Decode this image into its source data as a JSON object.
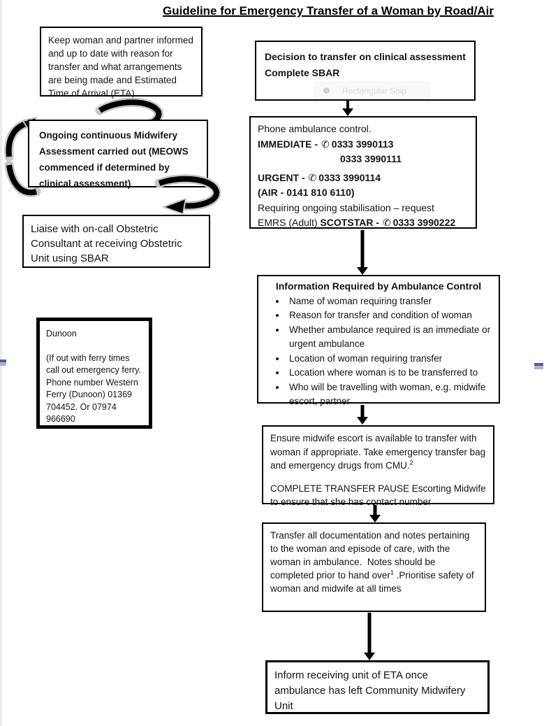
{
  "title": "Guideline for Emergency Transfer of a Woman by Road/Air",
  "left_column": {
    "keep_informed": "Keep woman and partner informed and up to date with reason for transfer and what arrangements are being made and Estimated Time of Arrival (ETA)",
    "ongoing_assessment": "Ongoing continuous Midwifery Assessment carried out (MEOWS commenced if determined by clinical assessment)",
    "liaise": "Liaise with on-call Obstetric Consultant at receiving Obstetric Unit using SBAR",
    "dunoon": {
      "title": "Dunoon",
      "body": "(If out with ferry times call out emergency ferry. Phone number Western Ferry (Dunoon) 01369 704452. Or 07974 966690"
    }
  },
  "flow": {
    "decision": {
      "line1": "Decision to transfer on clinical assessment",
      "line2": "Complete SBAR"
    },
    "snip_tooltip": "Rectangular Snip",
    "phone": {
      "intro": "Phone ambulance control.",
      "phone_icon": "✆",
      "immediate_label": "IMMEDIATE - ",
      "immediate_number_1": "0333 3990113",
      "immediate_number_2": "0333 3990111",
      "urgent_label": "URGENT - ",
      "urgent_number": "0333 3990114",
      "air_line": "(AIR - 0141 810 6110)",
      "stabilisation_line": "Requiring ongoing stabilisation – request",
      "emrs_prefix": "EMRS (Adult) ",
      "emrs_label": "SCOTSTAR - ",
      "emrs_number": "0333 3990222"
    },
    "info": {
      "title": "Information Required by Ambulance Control",
      "bullets": [
        "Name of woman requiring transfer",
        "Reason for transfer and condition of woman",
        "Whether ambulance required is an immediate or urgent ambulance",
        "Location of woman requiring transfer",
        "Location where woman is to be transferred to",
        "Who will be travelling with woman, e.g. midwife escort, partner"
      ]
    },
    "escort": {
      "para1": "Ensure midwife escort is available to transfer with woman if appropriate. Take emergency transfer bag and emergency drugs from CMU.",
      "para1_sup": "2",
      "para2": "COMPLETE TRANSFER PAUSE Escorting Midwife to ensure that she has contact number"
    },
    "documentation": {
      "part1": "Transfer all documentation and notes pertaining to the woman and episode of care, with the woman in ambulance.  Notes should be completed prior to hand over",
      "sup": "1",
      "part2": " .Prioritise safety of woman and midwife at all times"
    },
    "inform": "Inform receiving unit of ETA once ambulance has left Community Midwifery Unit"
  },
  "colors": {
    "box_border": "#000000",
    "arrow": "#000000",
    "arrow_outline": "#c6c6c6",
    "snip_text": "#d5dae0"
  }
}
